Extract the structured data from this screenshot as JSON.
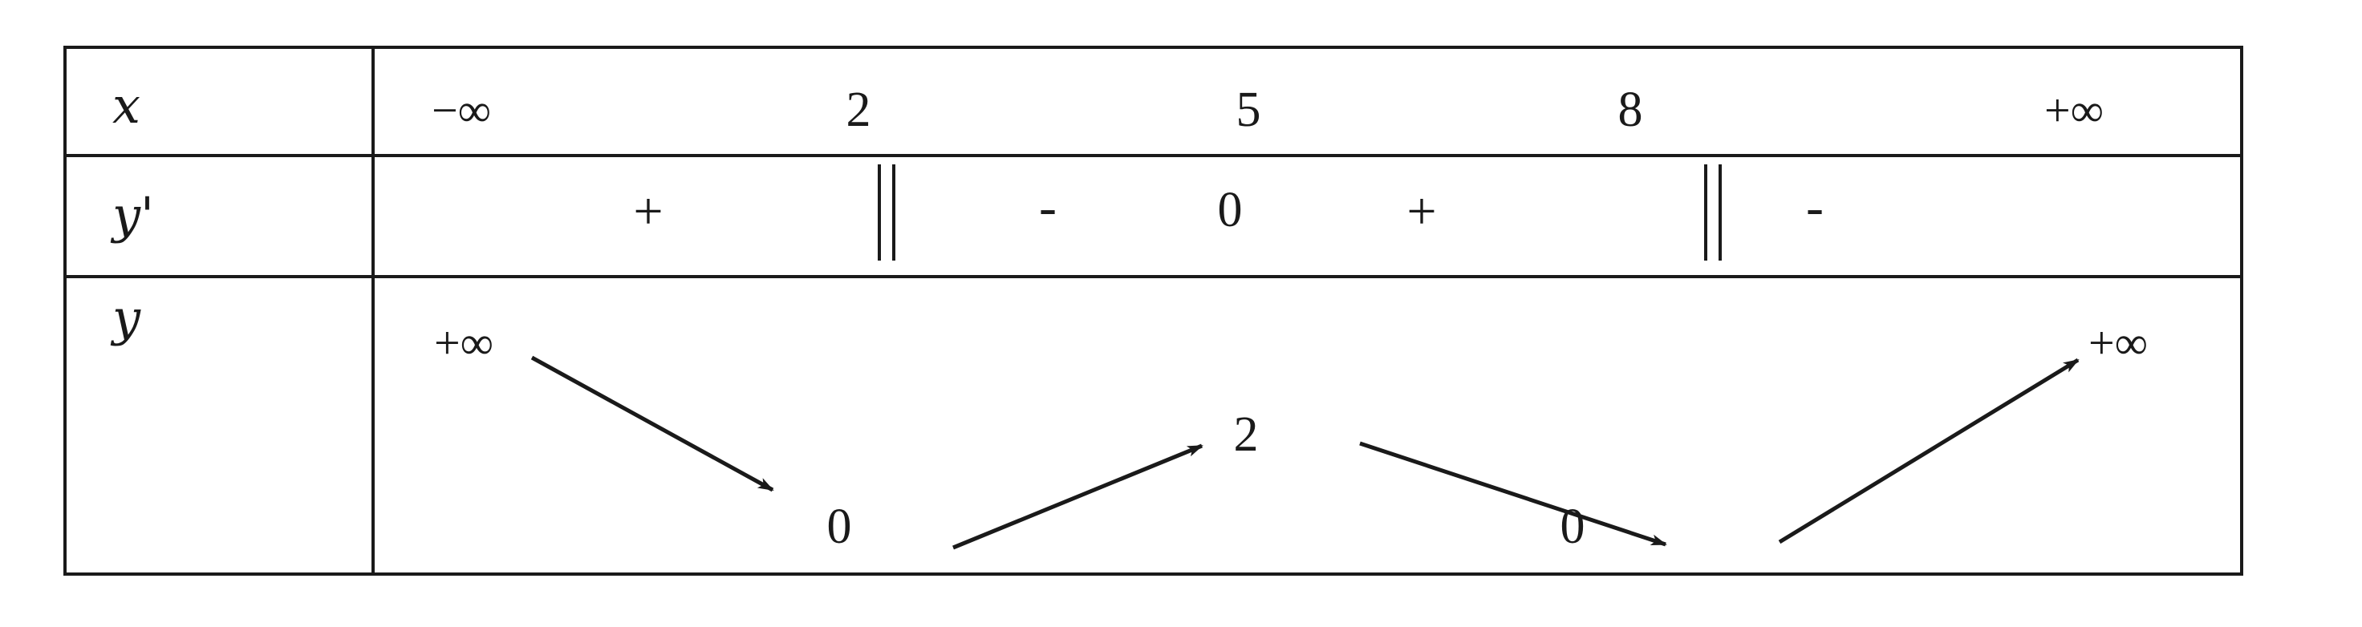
{
  "table": {
    "row_labels": {
      "x": "x",
      "y_prime": "y'",
      "y": "y"
    },
    "x_values": [
      "−∞",
      "2",
      "5",
      "8",
      "+∞"
    ],
    "y_prime_signs": [
      "+",
      "-",
      "0",
      "+",
      "-"
    ],
    "y_values": {
      "start": "+∞",
      "at_2": "0",
      "at_5": "2",
      "at_8": "0",
      "end": "+∞"
    }
  }
}
